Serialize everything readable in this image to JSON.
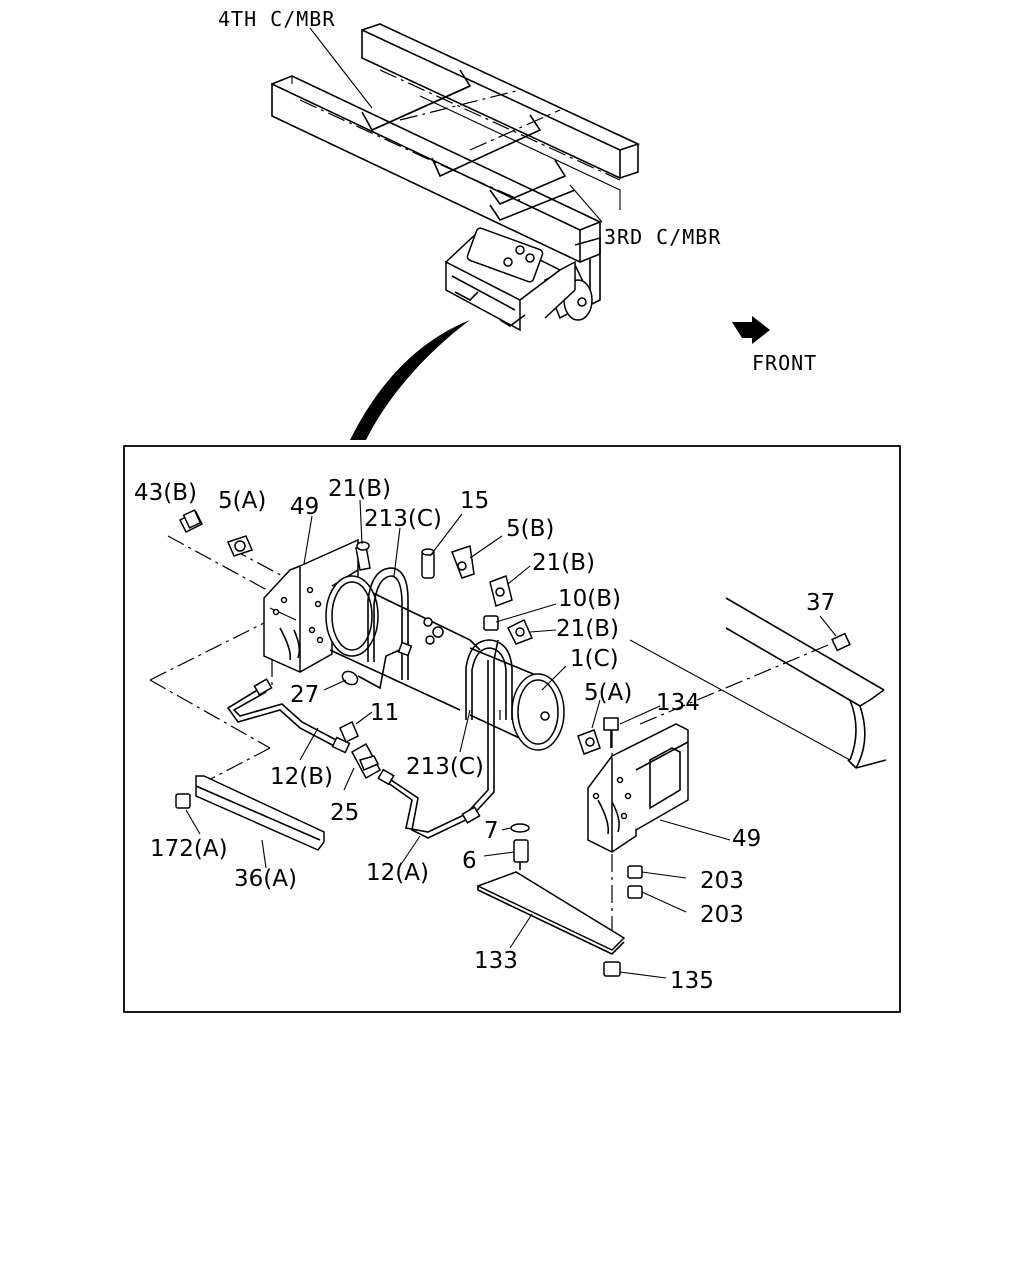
{
  "overview": {
    "callouts": {
      "c4th": "4TH C/MBR",
      "c3rd": "3RD C/MBR",
      "front": "FRONT"
    }
  },
  "detail": {
    "callouts": [
      {
        "id": "43b",
        "text": "43(B)"
      },
      {
        "id": "5a-left",
        "text": "5(A)"
      },
      {
        "id": "49-left",
        "text": "49"
      },
      {
        "id": "21b-top",
        "text": "21(B)"
      },
      {
        "id": "213c-top",
        "text": "213(C)"
      },
      {
        "id": "15",
        "text": "15"
      },
      {
        "id": "5b",
        "text": "5(B)"
      },
      {
        "id": "21b-mid",
        "text": "21(B)"
      },
      {
        "id": "10b",
        "text": "10(B)"
      },
      {
        "id": "21b-low",
        "text": "21(B)"
      },
      {
        "id": "37",
        "text": "37"
      },
      {
        "id": "1c",
        "text": "1(C)"
      },
      {
        "id": "27",
        "text": "27"
      },
      {
        "id": "11",
        "text": "11"
      },
      {
        "id": "5a-right",
        "text": "5(A)"
      },
      {
        "id": "134",
        "text": "134"
      },
      {
        "id": "12b",
        "text": "12(B)"
      },
      {
        "id": "213c-low",
        "text": "213(C)"
      },
      {
        "id": "25",
        "text": "25"
      },
      {
        "id": "7",
        "text": "7"
      },
      {
        "id": "49-right",
        "text": "49"
      },
      {
        "id": "172a",
        "text": "172(A)"
      },
      {
        "id": "6",
        "text": "6"
      },
      {
        "id": "36a",
        "text": "36(A)"
      },
      {
        "id": "12a",
        "text": "12(A)"
      },
      {
        "id": "203-a",
        "text": "203"
      },
      {
        "id": "203-b",
        "text": "203"
      },
      {
        "id": "133",
        "text": "133"
      },
      {
        "id": "135",
        "text": "135"
      }
    ]
  }
}
